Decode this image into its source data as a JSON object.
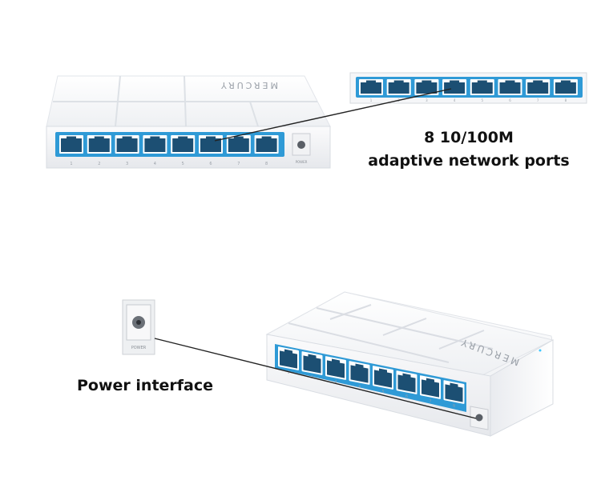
{
  "brand": {
    "logo_text": "MERCURY"
  },
  "callouts": {
    "ports_line1": "8 10/100M",
    "ports_line2": "adaptive network ports",
    "power": "Power interface"
  },
  "switch": {
    "port_count": 8,
    "port_labels": [
      "1",
      "2",
      "3",
      "4",
      "5",
      "6",
      "7",
      "8"
    ],
    "power_label": "POWER"
  },
  "colors": {
    "port_blue": "#2f9ad6",
    "port_dark": "#1c4f73",
    "body_white": "#f7f8fa",
    "edge_gray": "#d8dce2",
    "caption": "#111111"
  }
}
